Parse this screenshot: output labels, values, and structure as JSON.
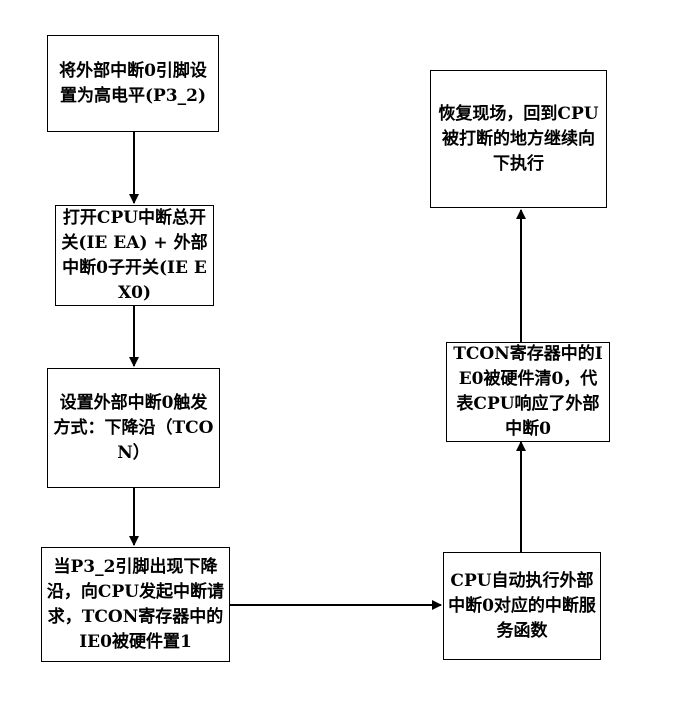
{
  "diagram": {
    "nodes": {
      "step1": "将外部中断0引脚设置为高电平(P3_2)",
      "step2": "打开CPU中断总开关(IE EA) + 外部中断0子开关(IE EX0)",
      "step3": "设置外部中断0触发方式：下降沿（TCON）",
      "step4": "当P3_2引脚出现下降沿，向CPU发起中断请求，TCON寄存器中的IE0被硬件置1",
      "step5": "CPU自动执行外部中断0对应的中断服务函数",
      "step6": "TCON寄存器中的IE0被硬件清0，代表CPU响应了外部中断0",
      "step7": "恢复现场，回到CPU被打断的地方继续向下执行"
    },
    "edges": [
      {
        "from": "step1",
        "to": "step2"
      },
      {
        "from": "step2",
        "to": "step3"
      },
      {
        "from": "step3",
        "to": "step4"
      },
      {
        "from": "step4",
        "to": "step5"
      },
      {
        "from": "step5",
        "to": "step6"
      },
      {
        "from": "step6",
        "to": "step7"
      }
    ]
  }
}
